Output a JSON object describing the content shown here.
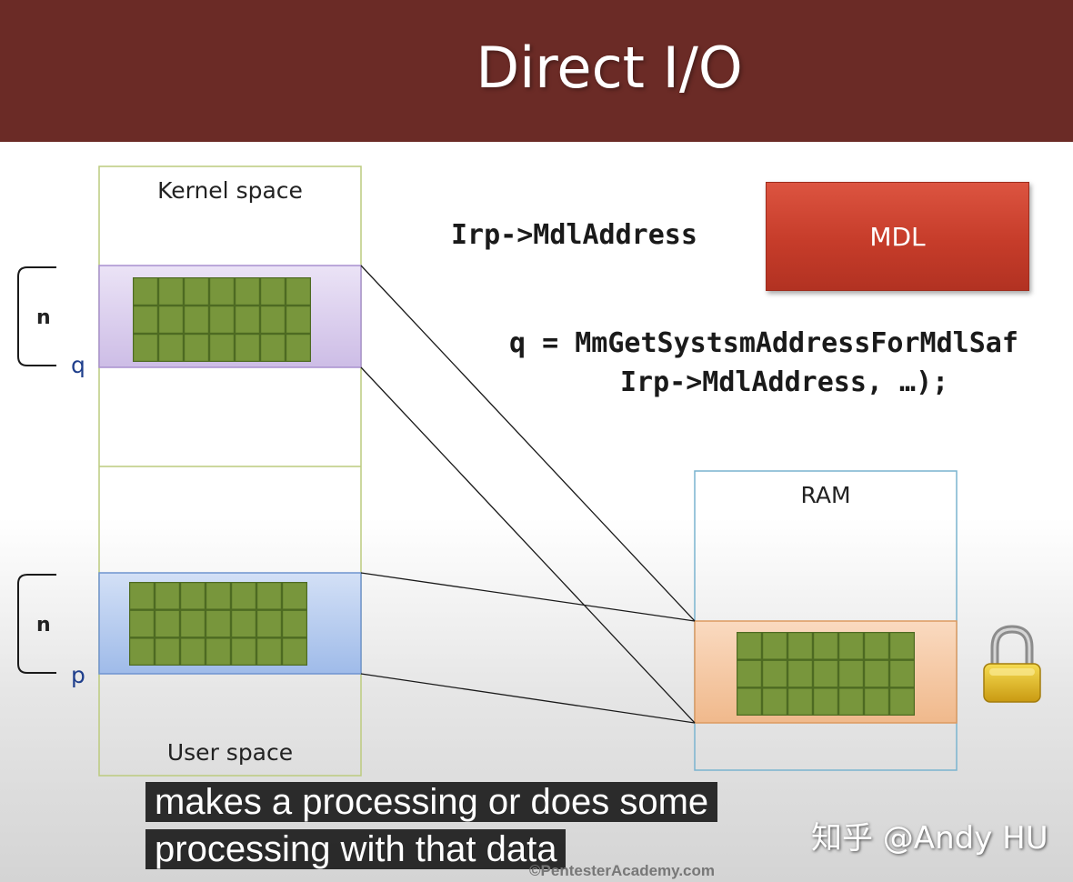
{
  "slide": {
    "title": "Direct I/O"
  },
  "diagram": {
    "kernel_space_label": "Kernel space",
    "user_space_label": "User space",
    "ram_label": "RAM",
    "bracket_kernel_size": "n",
    "bracket_kernel_pointer": "q",
    "bracket_user_size": "n",
    "bracket_user_pointer": "p",
    "mdl_label": "MDL",
    "code_mdl_address": "Irp->MdlAddress",
    "code_line1": "q = MmGetSystsmAddressForMdlSaf",
    "code_line2": "Irp->MdlAddress, …);",
    "lock_icon": "padlock-icon"
  },
  "caption": {
    "line1": "makes a processing or does some",
    "line2": "processing with that data"
  },
  "watermark": "知乎 @Andy HU",
  "copyright": "©PentesterAcademy.com",
  "colors": {
    "title_bar": "#6b2b26",
    "mdl_box": "#c9402d",
    "grid_cell": "#78963c",
    "kernel_region": "#ddd0ee",
    "user_region": "#b9cef0",
    "ram_region": "#f5c9a2"
  }
}
